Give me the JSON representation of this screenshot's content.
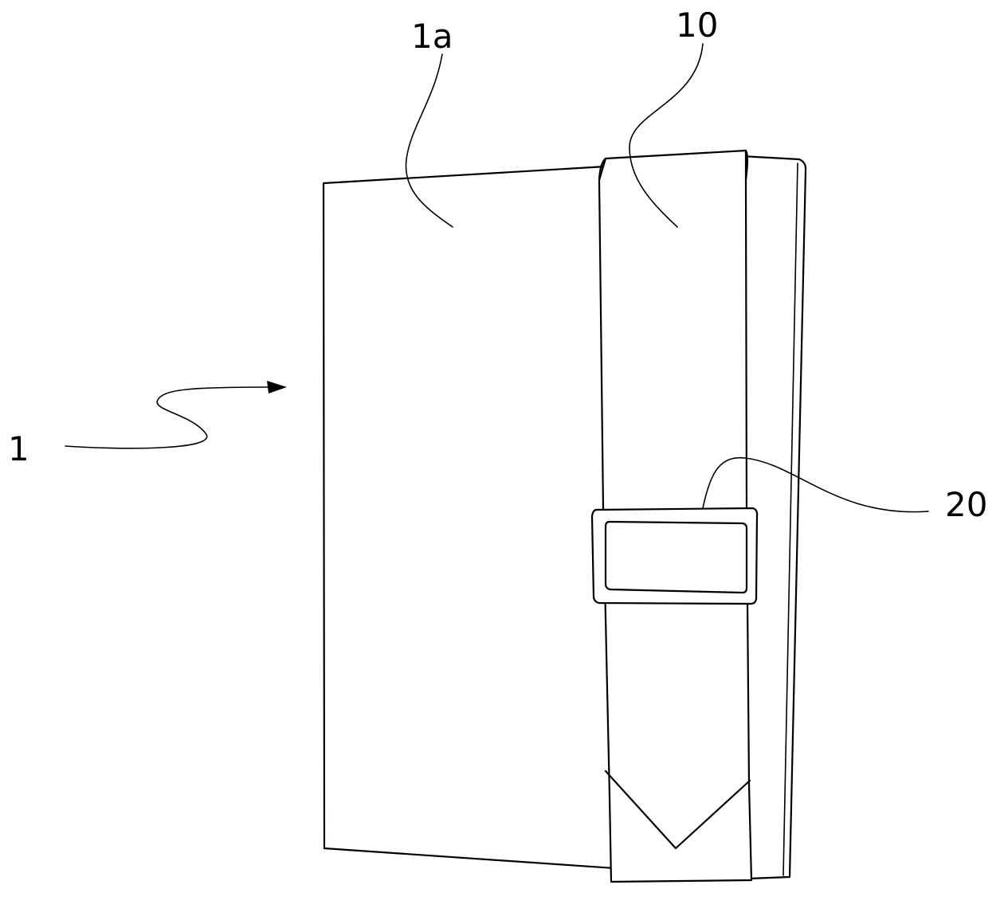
{
  "figure": {
    "labels": {
      "device": "1",
      "cover": "1a",
      "strap": "10",
      "buckle": "20"
    }
  }
}
